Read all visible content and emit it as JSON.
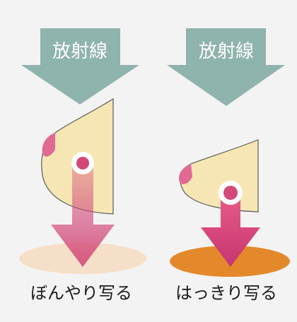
{
  "panels": [
    {
      "radiation_label": "放射線",
      "result_label": "ぼんやり写る",
      "shadow_color": "#f6dfc9",
      "arrow_color": "#d2497a"
    },
    {
      "radiation_label": "放射線",
      "result_label": "はっきり写る",
      "shadow_color": "#e3892c",
      "arrow_color": "#d2497a"
    }
  ],
  "colors": {
    "radiation_arrow": "#8fb3ad",
    "breast_fill": "#f6e6b3",
    "breast_outline": "#5a5a5a",
    "nipple": "#e06a94",
    "background": "#f3f3f3"
  }
}
